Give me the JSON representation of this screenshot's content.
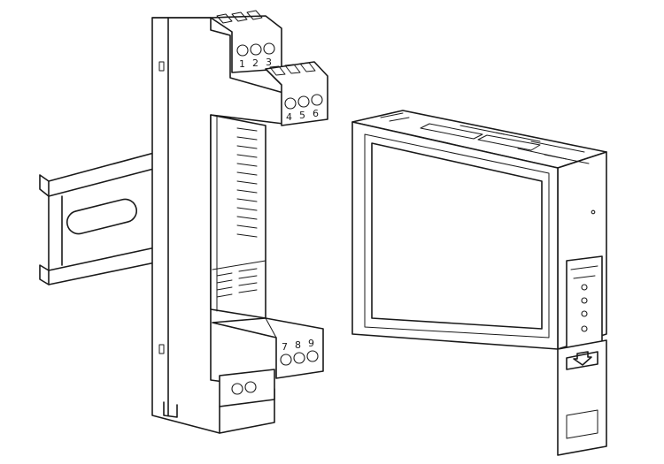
{
  "module": {
    "top_terminal_numbers": [
      "1",
      "2",
      "3"
    ],
    "middle_terminal_numbers": [
      "4",
      "5",
      "6"
    ],
    "bottom_terminal_numbers": [
      "7",
      "8",
      "9"
    ]
  },
  "cover_panel": {
    "slide_arrow_icon": "down-arrow-icon"
  }
}
